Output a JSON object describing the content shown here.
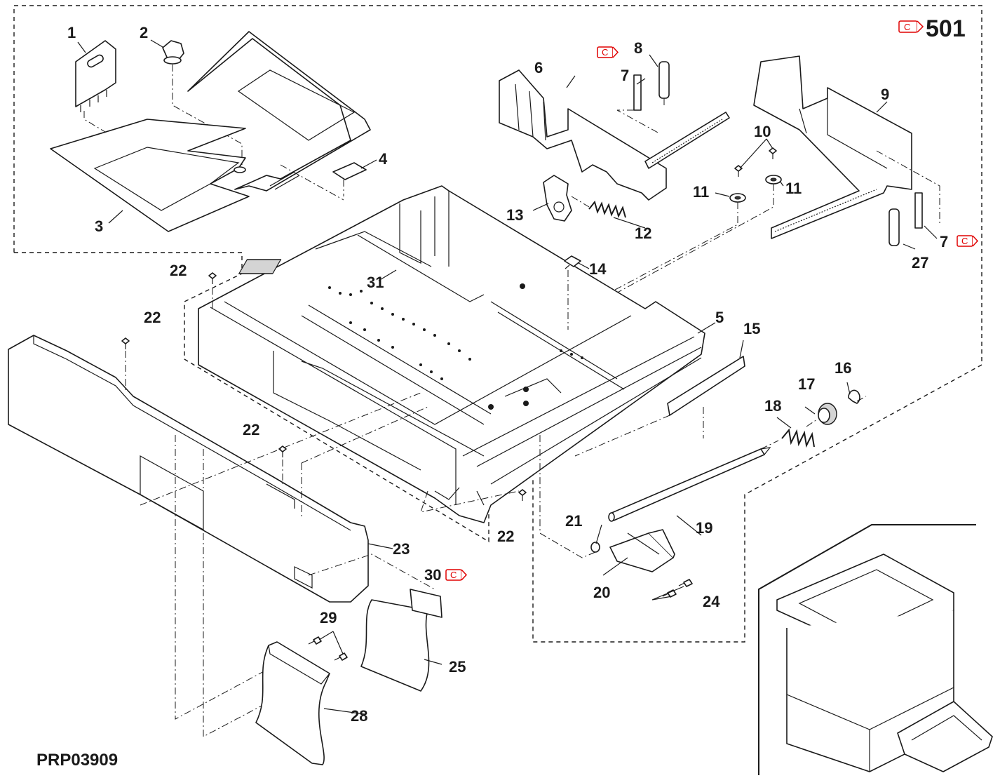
{
  "diagram": {
    "page_code": "501",
    "drawing_id": "PRP03909",
    "change_mark_text": "C",
    "change_mark_color": "#e00000",
    "callouts": [
      {
        "id": "c1",
        "label": "1"
      },
      {
        "id": "c2",
        "label": "2"
      },
      {
        "id": "c3",
        "label": "3"
      },
      {
        "id": "c4",
        "label": "4"
      },
      {
        "id": "c5",
        "label": "5"
      },
      {
        "id": "c6",
        "label": "6"
      },
      {
        "id": "c7a",
        "label": "7"
      },
      {
        "id": "c7b",
        "label": "7"
      },
      {
        "id": "c8",
        "label": "8"
      },
      {
        "id": "c9",
        "label": "9"
      },
      {
        "id": "c10",
        "label": "10"
      },
      {
        "id": "c11a",
        "label": "11"
      },
      {
        "id": "c11b",
        "label": "11"
      },
      {
        "id": "c12",
        "label": "12"
      },
      {
        "id": "c13",
        "label": "13"
      },
      {
        "id": "c14",
        "label": "14"
      },
      {
        "id": "c15",
        "label": "15"
      },
      {
        "id": "c16",
        "label": "16"
      },
      {
        "id": "c17",
        "label": "17"
      },
      {
        "id": "c18",
        "label": "18"
      },
      {
        "id": "c19",
        "label": "19"
      },
      {
        "id": "c20",
        "label": "20"
      },
      {
        "id": "c21",
        "label": "21"
      },
      {
        "id": "c22a",
        "label": "22"
      },
      {
        "id": "c22b",
        "label": "22"
      },
      {
        "id": "c22c",
        "label": "22"
      },
      {
        "id": "c22d",
        "label": "22"
      },
      {
        "id": "c23",
        "label": "23"
      },
      {
        "id": "c24",
        "label": "24"
      },
      {
        "id": "c25",
        "label": "25"
      },
      {
        "id": "c27",
        "label": "27"
      },
      {
        "id": "c28",
        "label": "28"
      },
      {
        "id": "c29",
        "label": "29"
      },
      {
        "id": "c30",
        "label": "30"
      },
      {
        "id": "c31",
        "label": "31"
      }
    ]
  }
}
